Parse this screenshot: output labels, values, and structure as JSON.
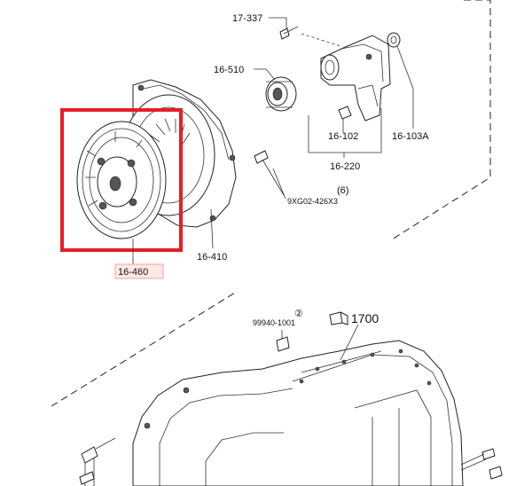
{
  "colors": {
    "highlight": "#e41e26",
    "tag_fill": "#fde8e5",
    "line": "#222222"
  },
  "labels": {
    "p17_337": "17-337",
    "p16_510": "16-510",
    "p16_102": "16-102",
    "p16_103a": "16-103A",
    "p16_220": "16-220",
    "bolt_ref": "9XG02-426X3",
    "bolt_qty": "(6)",
    "p16_410": "16-410",
    "p16_460": "16-460",
    "p99940": "99940-1001",
    "p99940_qty": "②",
    "p1700": "1700"
  }
}
